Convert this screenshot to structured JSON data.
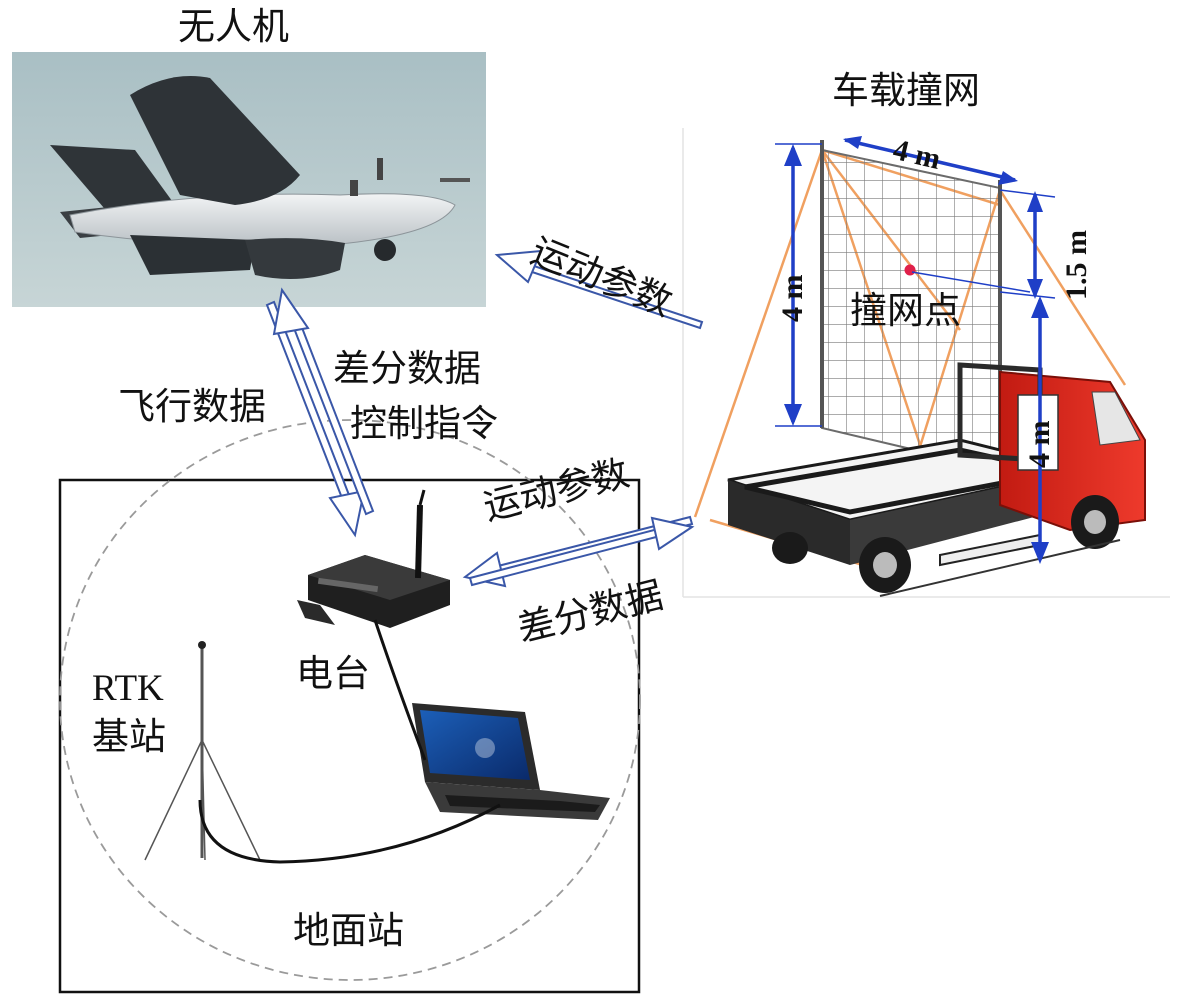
{
  "nodes": {
    "uav": {
      "title": "无人机"
    },
    "vehicle_net": {
      "title": "车载撞网",
      "impact_point": "撞网点"
    },
    "radio": {
      "title": "电台"
    },
    "rtk": {
      "line1": "RTK",
      "line2": "基站"
    },
    "ground_station": {
      "title": "地面站"
    }
  },
  "edges": {
    "net_to_uav": "运动参数",
    "uav_down_label": "飞行数据",
    "uav_up_line1": "差分数据",
    "uav_up_line2": "控制指令",
    "net_to_radio": "运动参数",
    "radio_to_net": "差分数据"
  },
  "dimensions": {
    "net_width": "4 m",
    "net_height": "4 m",
    "impact_height": "1.5 m",
    "ground_clearance": "4 m"
  },
  "colors": {
    "arrow_blue": "#3a57a8",
    "dim_blue": "#1f3fc7",
    "guy_line": "#f0a060",
    "truck_red": "#d9231a",
    "impact_dot": "#e0204a"
  }
}
